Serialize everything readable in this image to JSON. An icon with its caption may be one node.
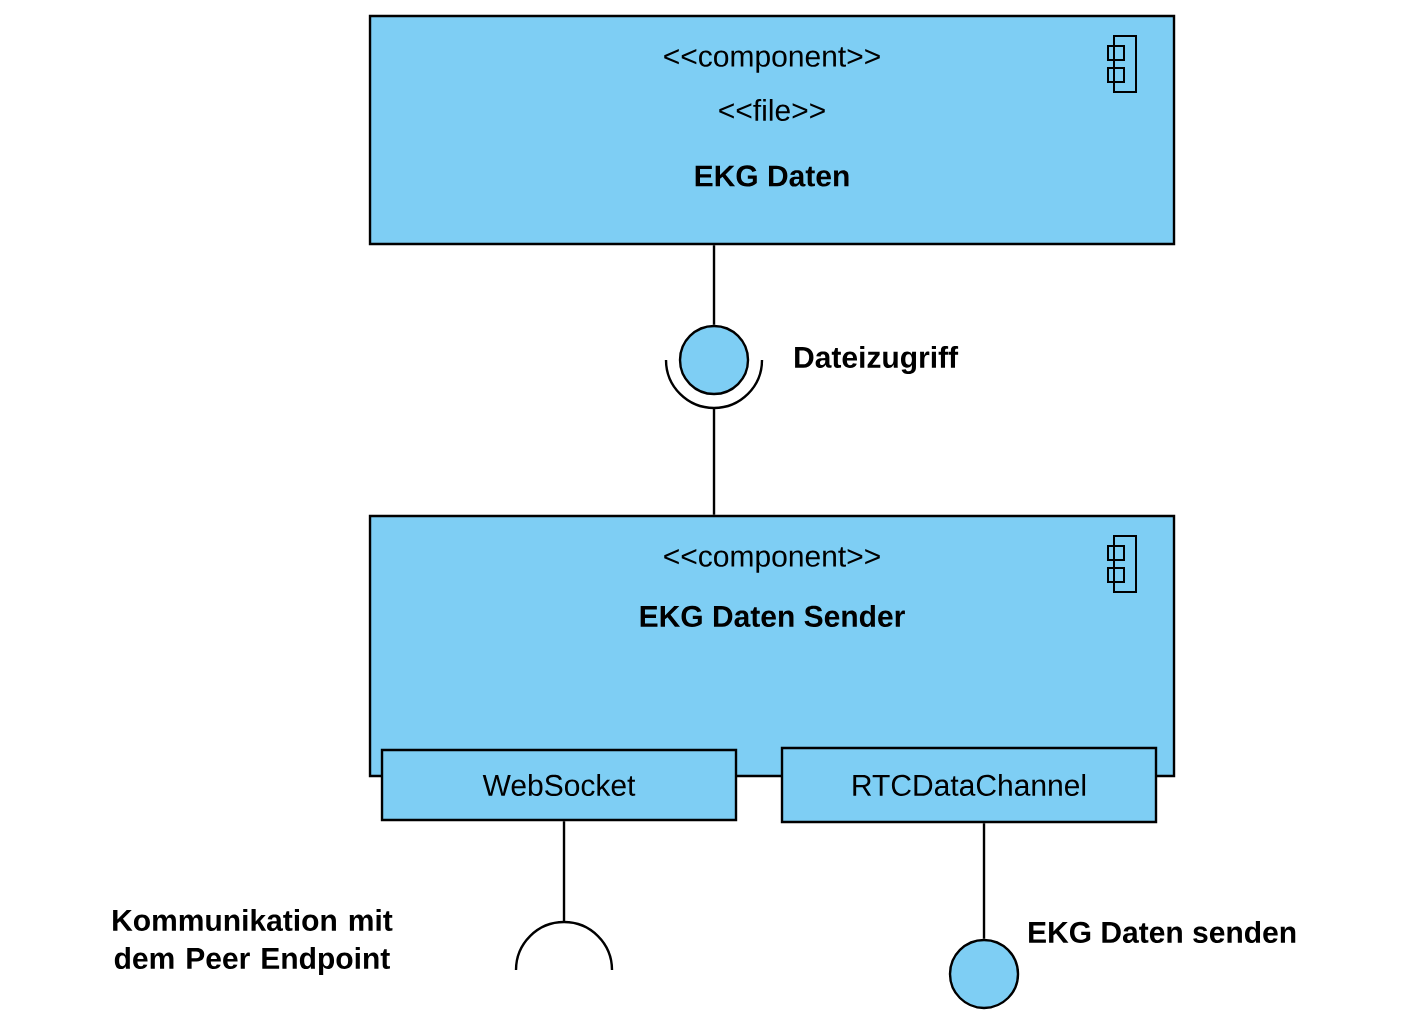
{
  "diagram": {
    "nodes": [
      {
        "text": [
          "<<component>>",
          "<<file>>",
          "EKG Daten"
        ]
      },
      {
        "text": [],
        "shape": "circle",
        "beside": [
          "Dateizugriff"
        ]
      },
      {
        "text": [],
        "shape": "arc"
      },
      {
        "text": [
          "<<component>>",
          "EKG Daten Sender"
        ]
      },
      {
        "text": [
          "WebSocket"
        ]
      },
      {
        "text": [
          "RTCDataChannel"
        ]
      },
      {
        "text": [],
        "shape": "arc"
      },
      {
        "text": [],
        "shape": "circle",
        "beside": [
          "EKG Daten senden"
        ]
      }
    ],
    "edges": [
      {
        "from": 0,
        "to": 1,
        "arrow": "none"
      },
      {
        "from": 3,
        "to": 2,
        "arrow": "none"
      },
      {
        "from": 4,
        "to": 6,
        "arrow": "none"
      },
      {
        "from": 5,
        "to": 7,
        "arrow": "none"
      }
    ],
    "labels": [
      "Kommunikation mit dem Peer Endpoint"
    ]
  }
}
